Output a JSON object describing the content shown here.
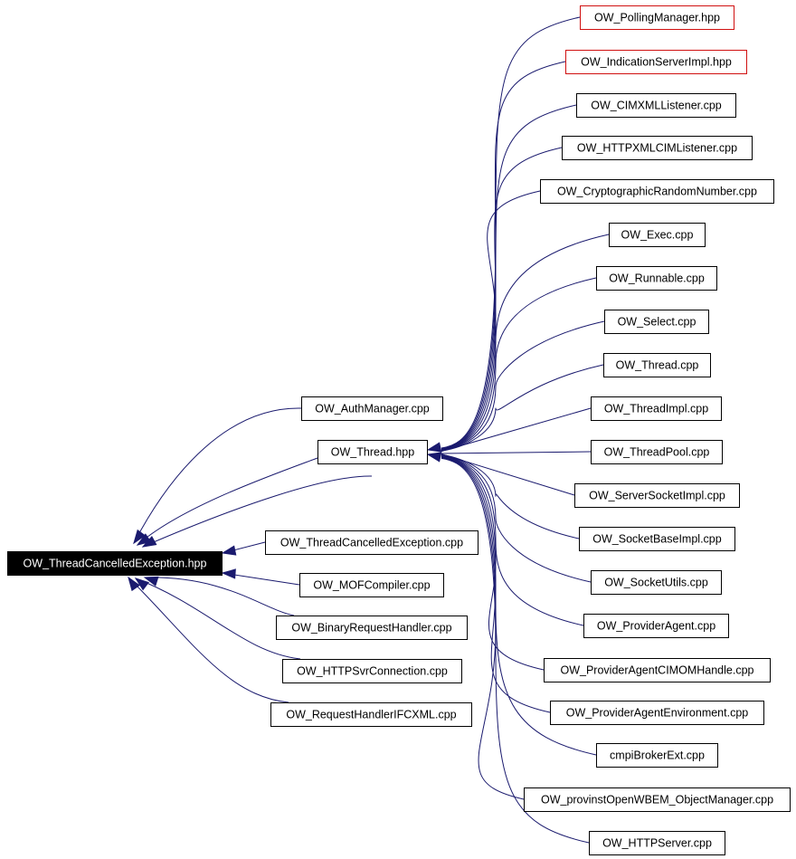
{
  "diagram": {
    "root": "OW_ThreadCancelledException.hpp",
    "hub": "OW_Thread.hpp",
    "root_includers": [
      "OW_AuthManager.cpp",
      "OW_ThreadCancelledException.cpp",
      "OW_MOFCompiler.cpp",
      "OW_BinaryRequestHandler.cpp",
      "OW_HTTPSvrConnection.cpp",
      "OW_RequestHandlerIFCXML.cpp"
    ],
    "hub_includers": [
      "OW_PollingManager.hpp",
      "OW_IndicationServerImpl.hpp",
      "OW_CIMXMLListener.cpp",
      "OW_HTTPXMLCIMListener.cpp",
      "OW_CryptographicRandomNumber.cpp",
      "OW_Exec.cpp",
      "OW_Runnable.cpp",
      "OW_Select.cpp",
      "OW_Thread.cpp",
      "OW_ThreadImpl.cpp",
      "OW_ThreadPool.cpp",
      "OW_ServerSocketImpl.cpp",
      "OW_SocketBaseImpl.cpp",
      "OW_SocketUtils.cpp",
      "OW_ProviderAgent.cpp",
      "OW_ProviderAgentCIMOMHandle.cpp",
      "OW_ProviderAgentEnvironment.cpp",
      "cmpiBrokerExt.cpp",
      "OW_provinstOpenWBEM_ObjectManager.cpp",
      "OW_HTTPServer.cpp"
    ],
    "missing_nodes": [
      "OW_PollingManager.hpp",
      "OW_IndicationServerImpl.hpp"
    ],
    "colors": {
      "edge": "#1a1a6e",
      "root_fill": "#000000",
      "root_text": "#ffffff",
      "node_border": "#000000",
      "missing_border": "#d01010"
    }
  }
}
